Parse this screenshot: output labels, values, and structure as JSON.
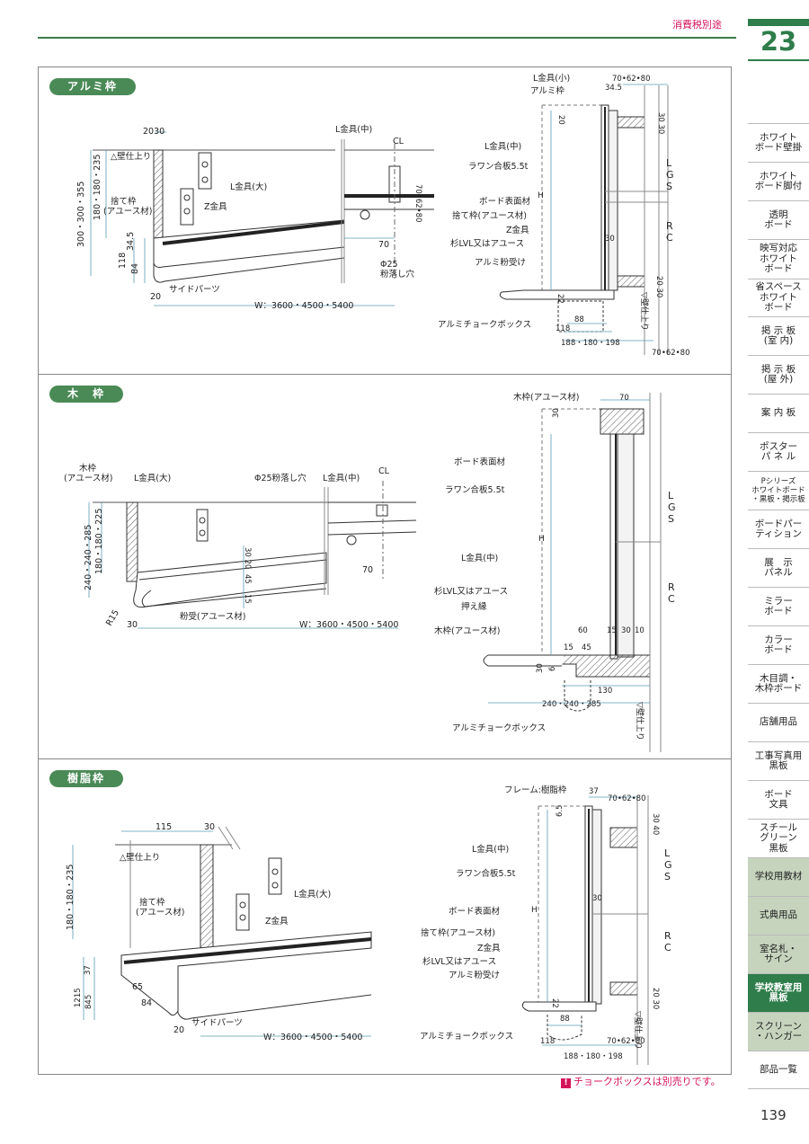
{
  "header": {
    "tax_note": "消費税別途",
    "chapter_number": "23"
  },
  "sections": {
    "alumi": {
      "label": "アルミ枠",
      "left": {
        "wall_top": "△壁仕上り",
        "d2030": "2030",
        "vert_dim": "300・300・355",
        "vert_dim2": "180・180・235",
        "stetewaku": "捨て枠\n(アユース材)",
        "l_large": "L金具(大)",
        "z": "Z金具",
        "l_mid": "L金具(中)",
        "cl": "CL",
        "d708": "70•62•80",
        "d70": "70",
        "phi": "Φ25\n粉落し穴",
        "d345": "34.5",
        "d118": "118",
        "d84": "84",
        "d20": "20",
        "side_parts": "サイドパーツ",
        "width": "W：3600・4500・5400"
      },
      "right": {
        "l_small": "L金具(小)",
        "alumi_waku": "アルミ枠",
        "d708": "70•62•80",
        "d345": "34.5",
        "d20": "20",
        "d3030": "30 30",
        "l_mid": "L金具(中)",
        "lauan": "ラワン合板5.5t",
        "lgs": "LGS",
        "board": "ボード表面材",
        "stetewaku": "捨て枠(アユース材)",
        "z": "Z金具",
        "sugi": "杉LVL又はアユース",
        "d30": "30",
        "uke": "アルミ粉受け",
        "rc": "RC",
        "d22": "22",
        "d2030": "20 30",
        "wall": "▽壁仕上り",
        "d88": "88",
        "d118": "118",
        "box": "アルミチョークボックス",
        "d188": "188・180・198",
        "d708b": "70•62•80",
        "h": "H"
      }
    },
    "moku": {
      "label": "木　枠",
      "left": {
        "mokuwaku": "木枠\n(アユース材)",
        "l_large": "L金具(大)",
        "phi": "Φ25粉落し穴",
        "l_mid": "L金具(中)",
        "cl": "CL",
        "vert_dim": "240・240・285",
        "vert_dim2": "180・180・225",
        "d30_20": "30 20",
        "d45": "45",
        "d15": "15",
        "d70": "70",
        "r15": "R15",
        "d30": "30",
        "kona": "粉受(アユース材)",
        "width": "W：3600・4500・5400"
      },
      "right": {
        "mokuwaku": "木枠(アユース材)",
        "d70": "70",
        "d30": "30",
        "board": "ボード表面材",
        "lauan": "ラワン合板5.5t",
        "lgs": "LGS",
        "h": "H",
        "l_mid": "L金具(中)",
        "rc": "RC",
        "sugi": "杉LVL又はアユース",
        "oshi": "押え縁",
        "d60": "60",
        "d15": "15",
        "d30b": "30",
        "d10": "10",
        "mokuwaku2": "木枠(アユース材)",
        "d45": "45",
        "d6": "6",
        "d130": "130",
        "d240": "240・240・285",
        "box": "アルミチョークボックス",
        "wall": "▽壁仕上り"
      }
    },
    "jushi": {
      "label": "樹脂枠",
      "left": {
        "d115": "115",
        "d30": "30",
        "wall_top": "△壁仕上り",
        "l_large": "L金具(大)",
        "vert_dim": "180・180・235",
        "stetewaku": "捨て枠\n(アユース材)",
        "z": "Z金具",
        "d37": "37",
        "d1215": "1215",
        "d845": "845",
        "d65": "65",
        "d84": "84",
        "d20": "20",
        "side_parts": "サイドパーツ",
        "width": "W：3600・4500・5400"
      },
      "right": {
        "frame": "フレーム:樹脂枠",
        "d37": "37",
        "d708": "70•62•80",
        "d65": "6.5",
        "d3040": "30 40",
        "l_mid": "L金具(中)",
        "lauan": "ラワン合板5.5t",
        "lgs": "LGS",
        "d30": "30",
        "board": "ボード表面材",
        "stetewaku": "捨て枠(アユース材)",
        "h": "H",
        "z": "Z金具",
        "rc": "RC",
        "sugi": "杉LVL又はアユース",
        "uke": "アルミ粉受け",
        "d2030": "20 30",
        "d22": "22",
        "d88": "88",
        "box": "アルミチョークボックス",
        "d118": "118",
        "d708b": "70•62•80",
        "d188": "188・180・198",
        "wall": "▽壁仕上り"
      }
    }
  },
  "sidebar": {
    "items": [
      "ホワイト\nボード壁掛",
      "ホワイト\nボード脚付",
      "透明\nボード",
      "映写対応\nホワイト\nボード",
      "省スペース\nホワイト\nボード",
      "掲 示 板\n(室 内)",
      "掲 示 板\n(屋 外)",
      "案 内 板",
      "ポスター\nパ ネ ル",
      "Pシリーズ\nホワイトボード\n・黒板・掲示板",
      "ボードパー\nティション",
      "展　示\nパネル",
      "ミラー\nボード",
      "カラー\nボード",
      "木目調・\n木枠ボード",
      "店舗用品",
      "工事写真用\n黒板",
      "ボード\n文具",
      "スチール\nグリーン\n黒板",
      "学校用教材",
      "式典用品",
      "室名札・\nサイン",
      "学校教室用\n黒板",
      "スクリーン\n・ハンガー",
      "部品一覧"
    ]
  },
  "footer": {
    "note_mark": "!",
    "note": "チョークボックスは別売りです。",
    "page_number": "139"
  }
}
